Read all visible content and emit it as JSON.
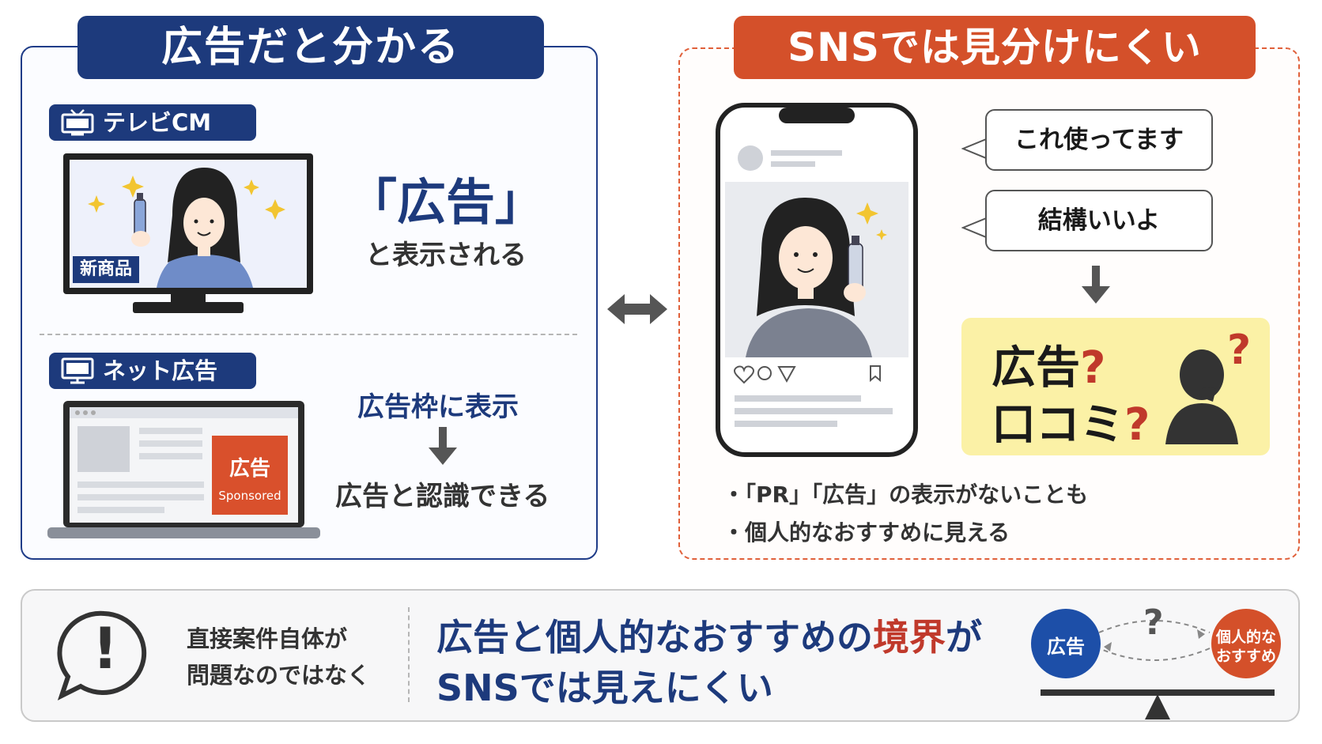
{
  "left_panel": {
    "title": "広告だと分かる",
    "tv": {
      "tag": "テレビCM",
      "screen_badge": "新商品",
      "headline": "「広告」",
      "subline": "と表示される"
    },
    "net": {
      "tag": "ネット広告",
      "ad_label": "広告",
      "ad_sub": "Sponsored",
      "line1": "広告枠に表示",
      "line2": "広告と認識できる"
    }
  },
  "right_panel": {
    "title": "SNSでは見分けにくい",
    "bubbles": [
      "これ使ってます",
      "結構いいよ"
    ],
    "question_box": {
      "line1": "広告",
      "line2": "口コミ",
      "qmark": "?"
    },
    "bullets": [
      "・「PR」「広告」の表示がないことも",
      "・個人的なおすすめに見える"
    ]
  },
  "bottom": {
    "exclaim": "!",
    "note_line1": "直接案件自体が",
    "note_line2": "問題なのではなく",
    "message_part1": "広告と個人的なおすすめの",
    "message_highlight": "境界",
    "message_part2": "が",
    "message_line2": "SNSでは見えにくい",
    "scale_left": "広告",
    "scale_right_line1": "個人的な",
    "scale_right_line2": "おすすめ",
    "scale_q": "?"
  },
  "colors": {
    "navy": "#1d3a7c",
    "orange": "#d4502a",
    "red": "#c0392b",
    "yellow": "#fbf1a6"
  }
}
